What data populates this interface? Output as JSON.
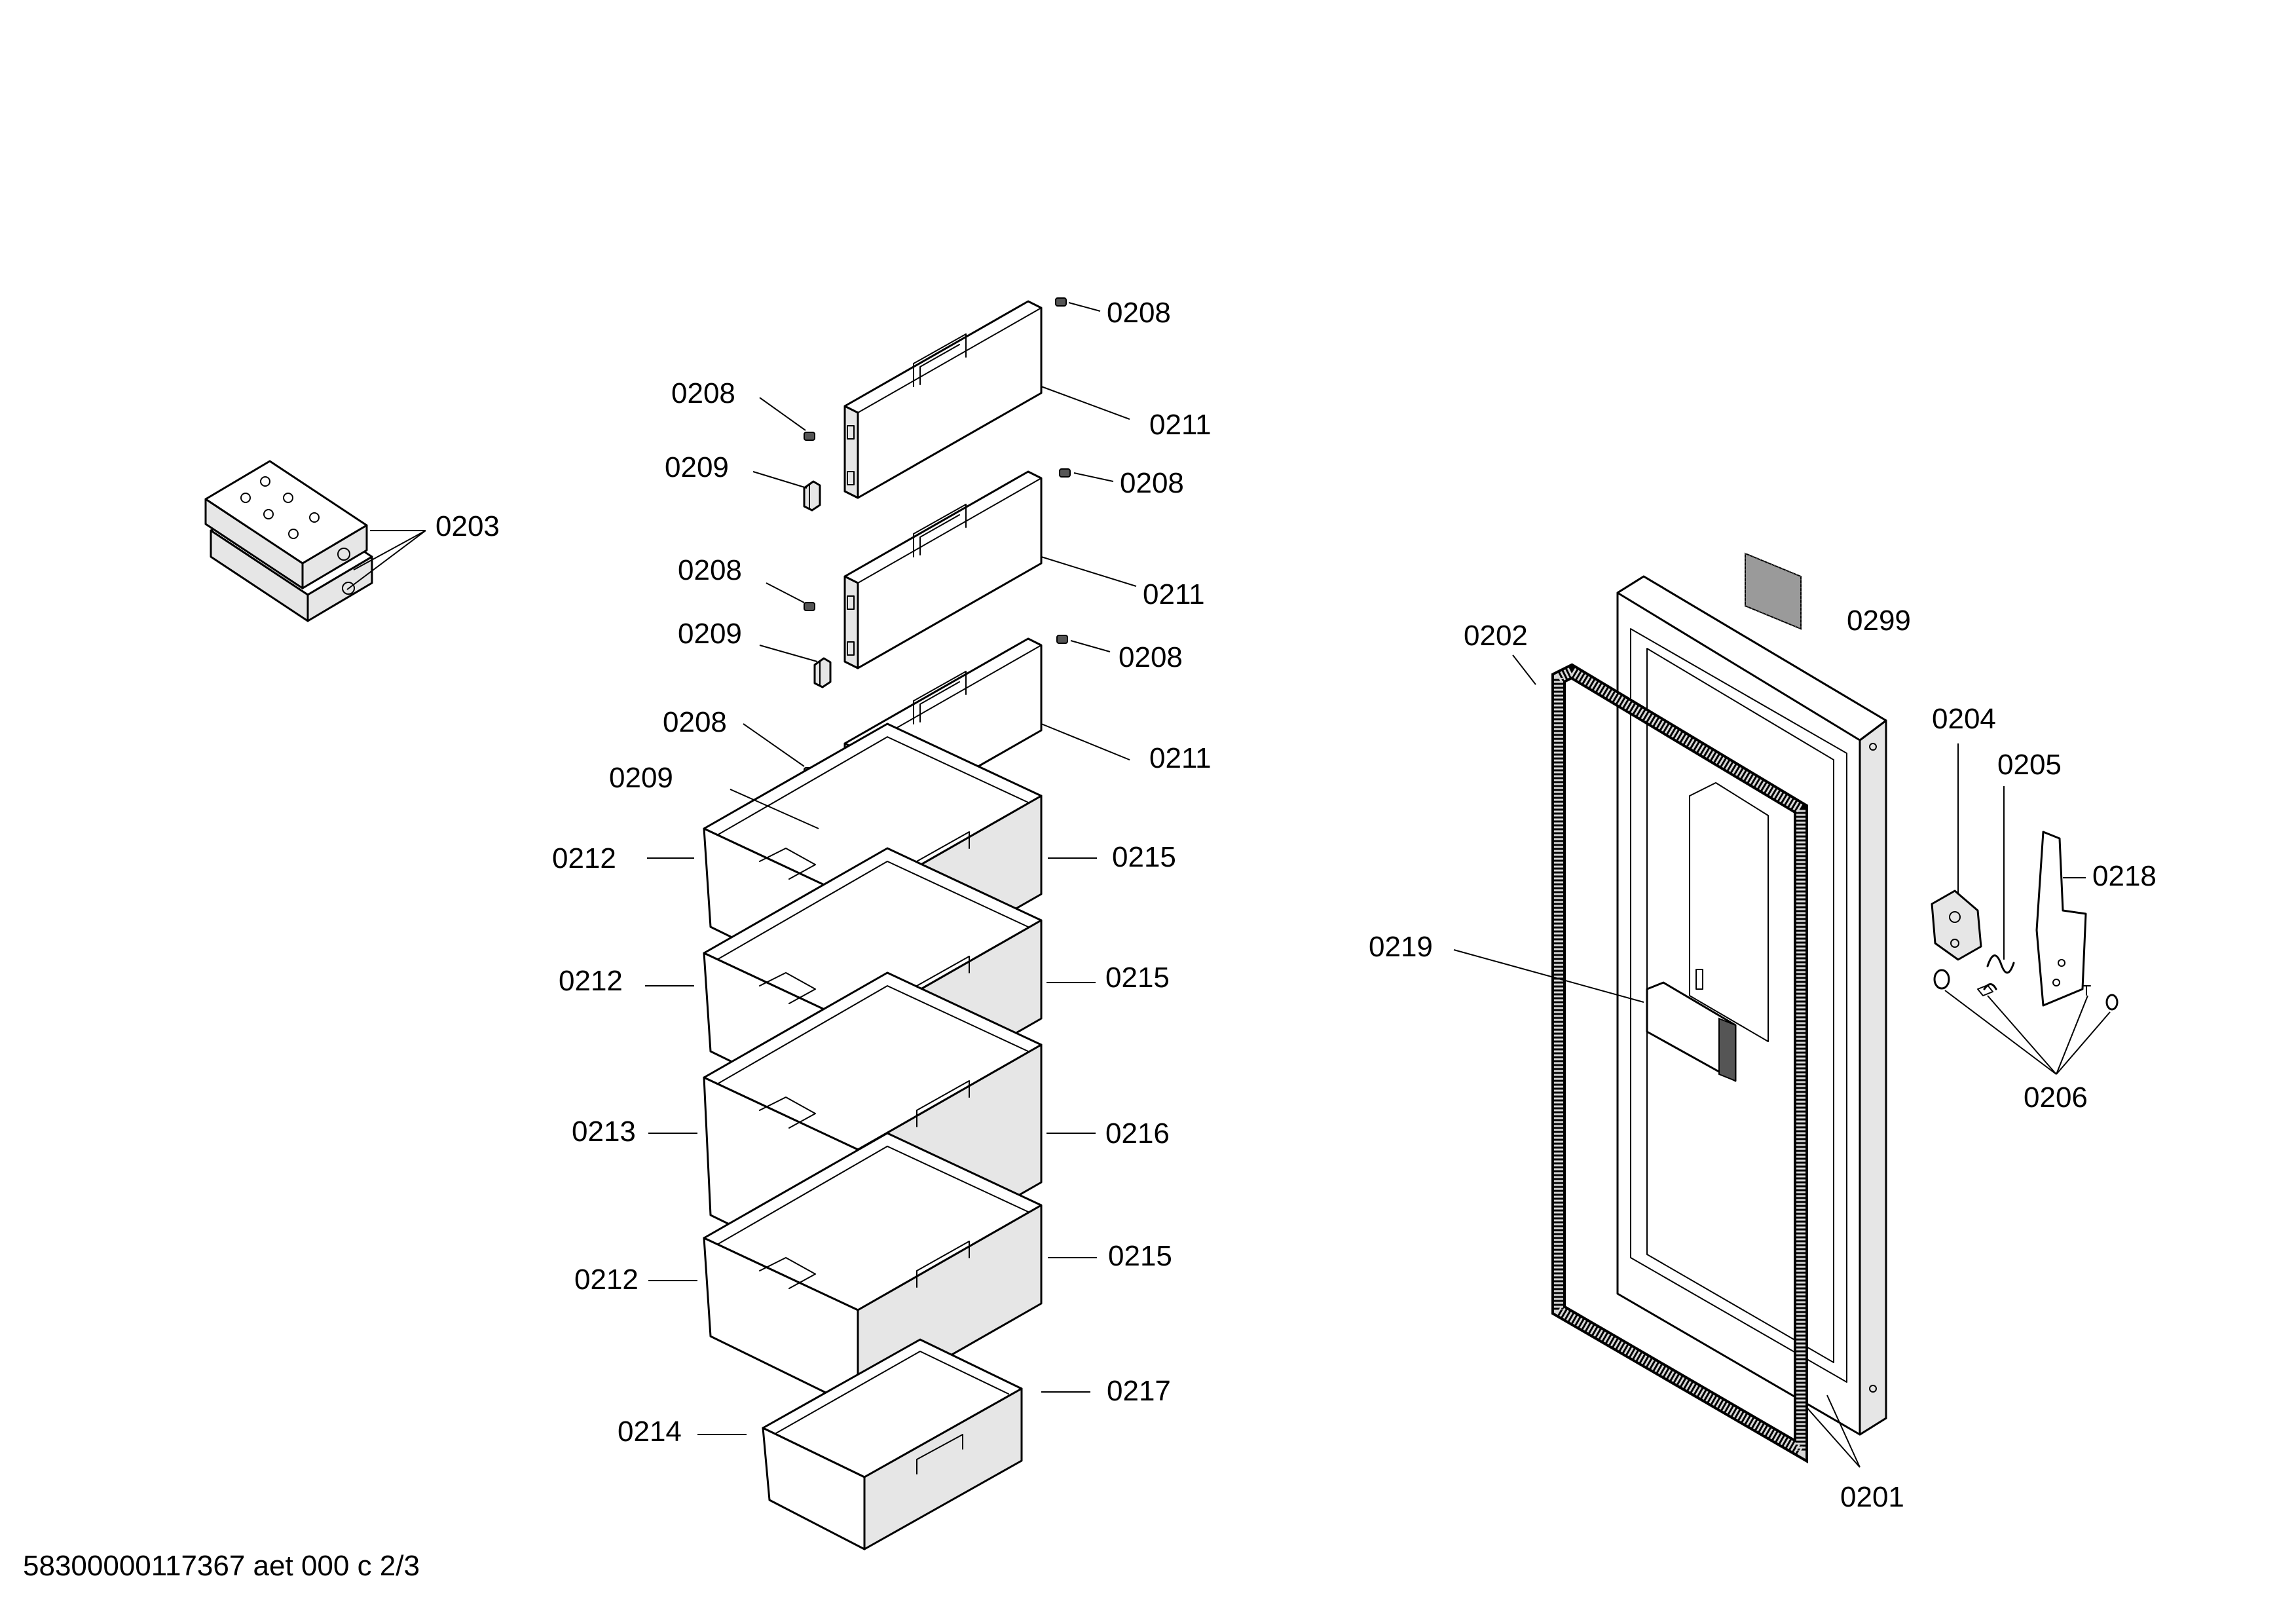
{
  "document_id": "58300000117367 aet 000 c 2/3",
  "part_labels": {
    "p0201": "0201",
    "p0202": "0202",
    "p0203": "0203",
    "p0204": "0204",
    "p0205": "0205",
    "p0206": "0206",
    "p0208": "0208",
    "p0209": "0209",
    "p0211": "0211",
    "p0212": "0212",
    "p0213": "0213",
    "p0214": "0214",
    "p0215": "0215",
    "p0216": "0216",
    "p0217": "0217",
    "p0218": "0218",
    "p0219": "0219",
    "p0299": "0299"
  }
}
